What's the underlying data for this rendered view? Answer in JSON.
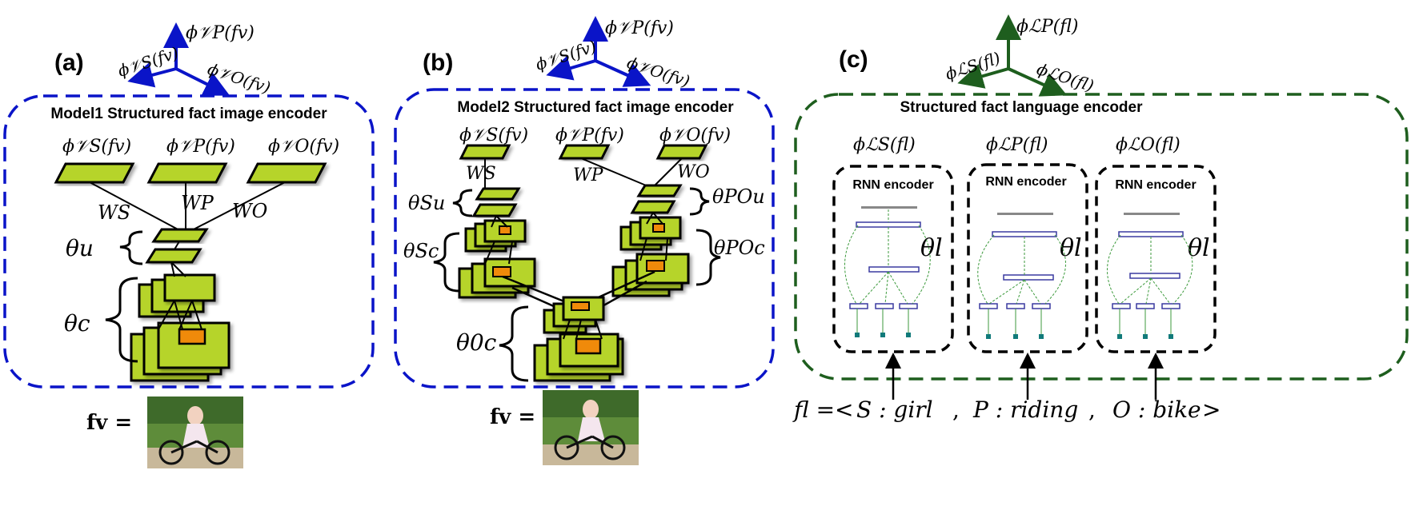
{
  "colors": {
    "blue": "#0a14c8",
    "green": "#1e5e1e",
    "lime": "#b6d42a",
    "orange": "#f08a0a",
    "black": "#000000"
  },
  "panel_a": {
    "label": "(a)",
    "title": "Model1 Structured fact image encoder",
    "axis_S": "ϕ𝒱S(fv)",
    "axis_P": "ϕ𝒱P(fv)",
    "axis_O": "ϕ𝒱O(fv)",
    "out_S": "ϕ𝒱S(fv)",
    "out_P": "ϕ𝒱P(fv)",
    "out_O": "ϕ𝒱O(fv)",
    "w_S": "WS",
    "w_P": "WP",
    "w_O": "WO",
    "theta_u": "θu",
    "theta_c": "θc",
    "input_label": "fv ="
  },
  "panel_b": {
    "label": "(b)",
    "title": "Model2 Structured fact image encoder",
    "axis_S": "ϕ𝒱S(fv)",
    "axis_P": "ϕ𝒱P(fv)",
    "axis_O": "ϕ𝒱O(fv)",
    "out_S": "ϕ𝒱S(fv)",
    "out_P": "ϕ𝒱P(fv)",
    "out_O": "ϕ𝒱O(fv)",
    "w_S": "WS",
    "w_P": "WP",
    "w_O": "WO",
    "theta_uS": "θSu",
    "theta_cS": "θSc",
    "theta_uPO": "θPOu",
    "theta_cPO": "θPOc",
    "theta_c0": "θ0c",
    "input_label": "fv ="
  },
  "panel_c": {
    "label": "(c)",
    "title": "Structured fact language encoder",
    "axis_S": "ϕℒS(fl)",
    "axis_P": "ϕℒP(fl)",
    "axis_O": "ϕℒO(fl)",
    "out_S": "ϕℒS(fl)",
    "out_P": "ϕℒP(fl)",
    "out_O": "ϕℒO(fl)",
    "rnn_label": "RNN encoder",
    "theta_l": "θl",
    "fact_prefix": "fl =<",
    "fact_S": "S : girl",
    "fact_P": "P : riding",
    "fact_O": "O : bike",
    "fact_suffix": ">"
  }
}
